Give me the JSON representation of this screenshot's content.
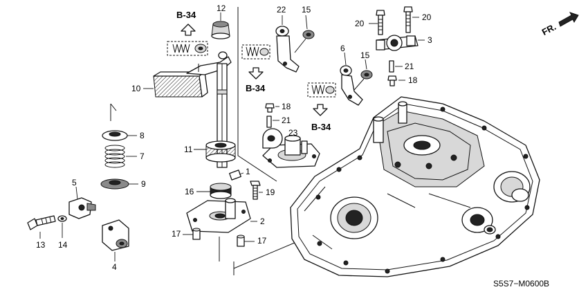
{
  "diagram": {
    "figure_code": "S5S7−M0600B",
    "direction_label": "FR.",
    "references": [
      "B-34",
      "B-34",
      "B-34"
    ],
    "callouts": {
      "c1": "1",
      "c2": "2",
      "c3": "3",
      "c4": "4",
      "c5": "5",
      "c6": "6",
      "c7": "7",
      "c8": "8",
      "c9": "9",
      "c10": "10",
      "c11": "11",
      "c12": "12",
      "c13": "13",
      "c14": "14",
      "c15a": "15",
      "c15b": "15",
      "c16": "16",
      "c17a": "17",
      "c17b": "17",
      "c18a": "18",
      "c18b": "18",
      "c19": "19",
      "c20a": "20",
      "c20b": "20",
      "c21a": "21",
      "c21b": "21",
      "c22": "22",
      "c23": "23"
    }
  }
}
